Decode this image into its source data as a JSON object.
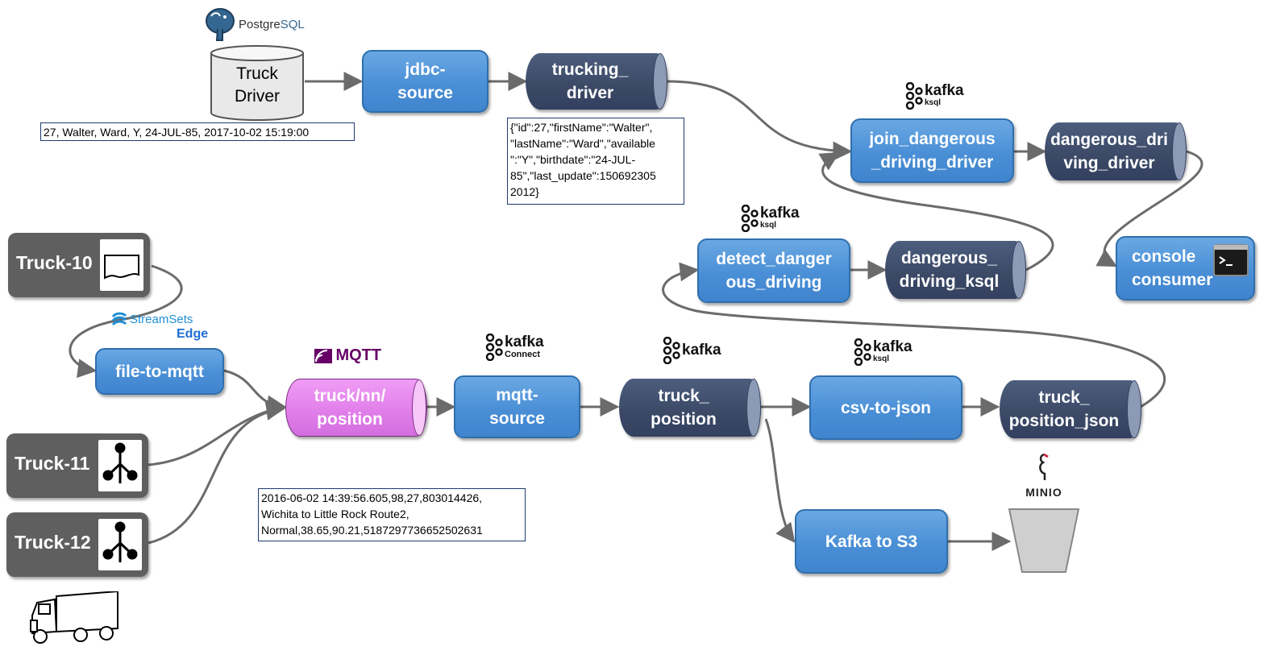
{
  "source": {
    "db_label": "Truck\nDriver",
    "db_sample": "27, Walter, Ward, Y, 24-JUL-85, 2017-10-02 15:19:00",
    "trucks": [
      "Truck-10",
      "Truck-11",
      "Truck-12"
    ]
  },
  "logos": {
    "postgres": "PostgreSQL",
    "postgres_a": "Postgre",
    "postgres_b": "SQL",
    "streamsets": "StreamSets",
    "streamsets_edge": "Edge",
    "mqtt": "MQTT",
    "kafka": "kafka",
    "ksql": "ksql",
    "connect": "Connect",
    "minio": "MINIO"
  },
  "processors": {
    "jdbc_source": "jdbc-\nsource",
    "file_to_mqtt": "file-to-mqtt",
    "mqtt_source": "mqtt-\nsource",
    "csv_to_json": "csv-to-json",
    "detect": "detect_danger\nous_driving",
    "join": "join_dangerous\n_driving_driver",
    "console": "console\nconsumer",
    "kafka_s3": "Kafka to S3"
  },
  "topics": {
    "trucking_driver": "trucking_\ndriver",
    "mqtt_topic": "truck/nn/\nposition",
    "truck_position": "truck_\nposition",
    "truck_position_json": "truck_\nposition_json",
    "dangerous_ksql": "dangerous_\ndriving_ksql",
    "dangerous_driver": "dangerous_dri\nving_driver"
  },
  "samples": {
    "driver_json": "{\"id\":27,\"firstName\":\"Walter\",\n\"lastName\":\"Ward\",\"available\n\":\"Y\",\"birthdate\":\"24-JUL-\n85\",\"last_update\":150692305\n2012}",
    "position_csv": "2016-06-02 14:39:56.605,98,27,803014426,\nWichita to Little Rock Route2,\nNormal,38.65,90.21,5187297736652502631"
  },
  "colors": {
    "processor": "#4a8fd6",
    "topic": "#3b4966",
    "mqtt_topic": "#e07de9",
    "truck": "#5f5f5f",
    "edge": "#6b6b6b"
  },
  "icons": [
    "postgres-elephant-icon",
    "streamsets-icon",
    "mqtt-icon",
    "kafka-icon",
    "terminal-icon",
    "minio-bird-icon",
    "bucket-icon",
    "truck-icon",
    "file-icon",
    "tree-icon"
  ]
}
